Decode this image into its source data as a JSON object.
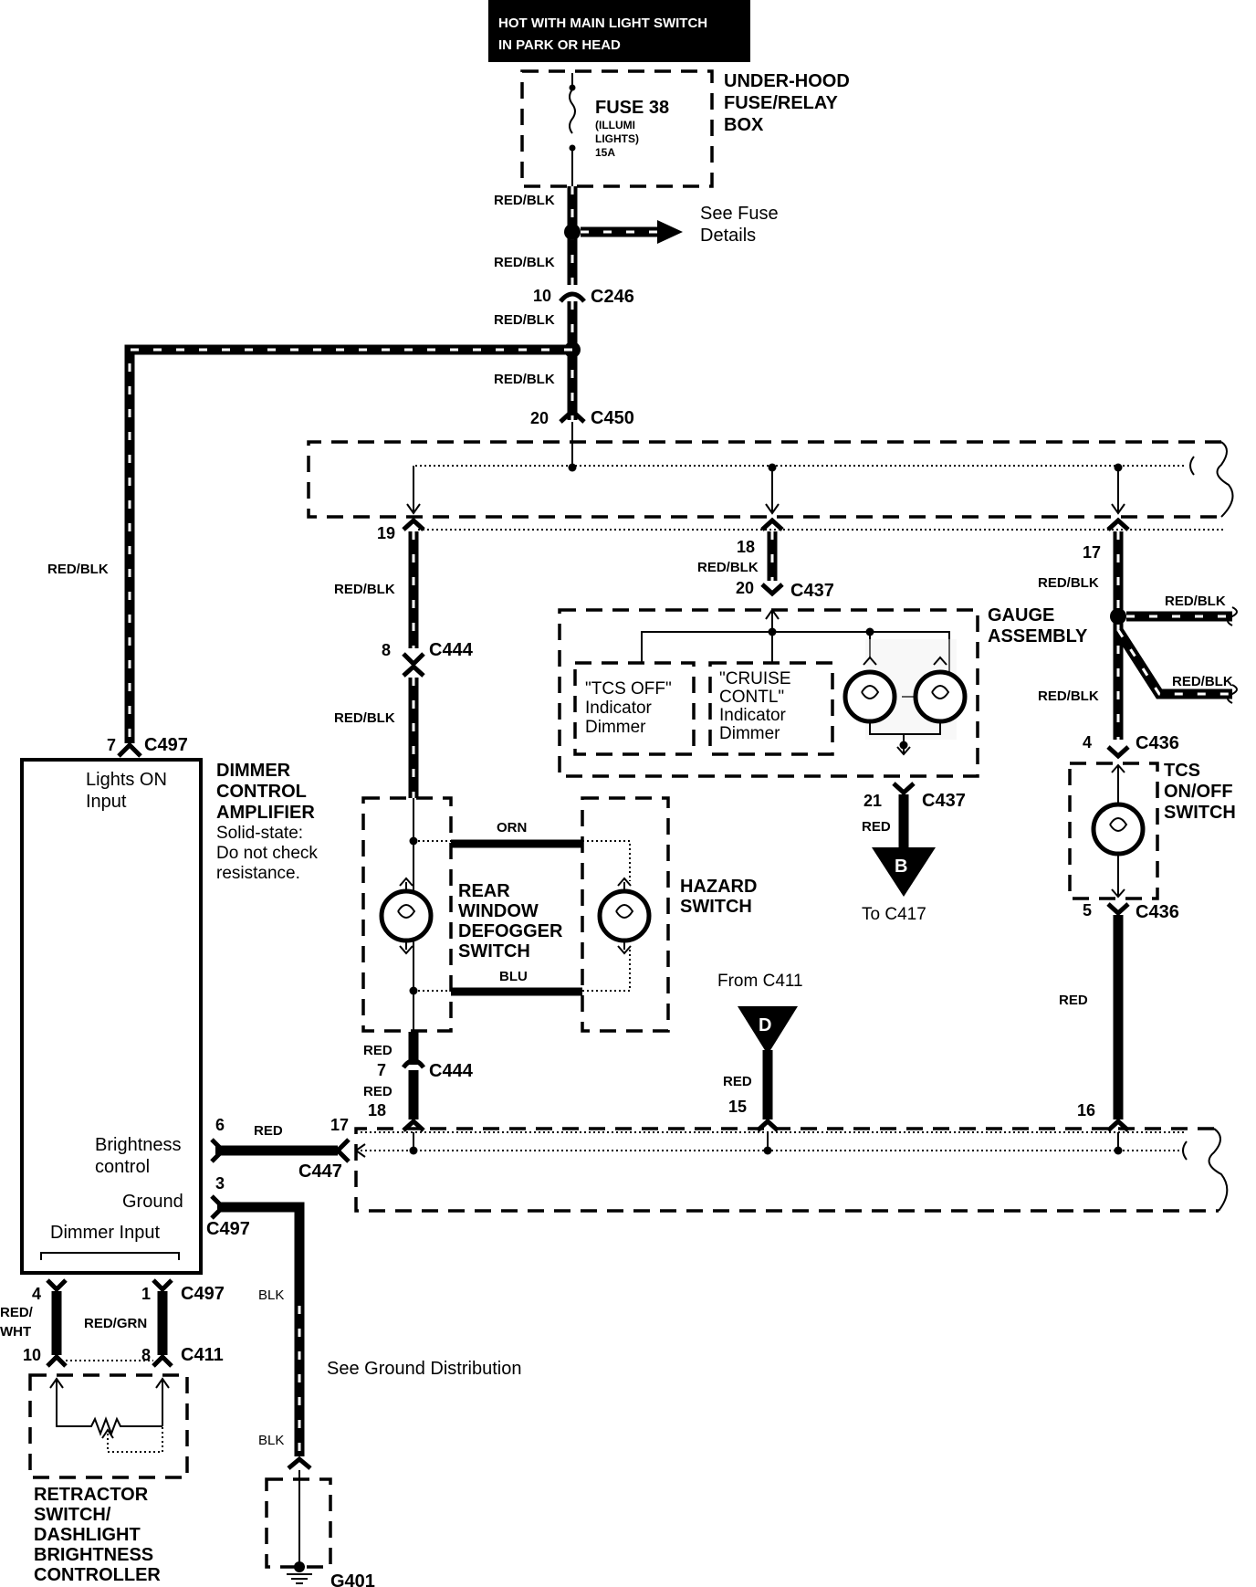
{
  "header": {
    "line1": "HOT WITH MAIN LIGHT SWITCH",
    "line2": "IN PARK OR HEAD"
  },
  "fuse_box": {
    "title_lines": [
      "UNDER-HOOD",
      "FUSE/RELAY",
      "BOX"
    ],
    "fuse_name": "FUSE 38",
    "fuse_detail_lines": [
      "(ILLUMI",
      "LIGHTS)",
      "15A"
    ]
  },
  "see_fuse_details": [
    "See  Fuse",
    "Details"
  ],
  "wire_colors": {
    "red_blk": "RED/BLK",
    "red": "RED",
    "orn": "ORN",
    "blu": "BLU",
    "blk": "BLK",
    "red_grn": "RED/GRN",
    "red_wht_lines": [
      "RED/",
      "WHT"
    ]
  },
  "connectors": {
    "c246": "C246",
    "c450": "C450",
    "c444": "C444",
    "c437": "C437",
    "c436": "C436",
    "c497": "C497",
    "c447": "C447",
    "c411": "C411",
    "g401": "G401"
  },
  "pins": {
    "c246_10": "10",
    "c450_20": "20",
    "p19": "19",
    "p18_top": "18",
    "p20": "20",
    "p17_top": "17",
    "c444_8": "8",
    "c444_7": "7",
    "p18_bot": "18",
    "p15": "15",
    "p16": "16",
    "p17_left": "17",
    "c437_21": "21",
    "c436_4": "4",
    "c436_5": "5",
    "c497_7": "7",
    "c497_6": "6",
    "c497_3": "3",
    "c497_4": "4",
    "c497_1": "1",
    "c411_10": "10",
    "c411_8": "8"
  },
  "gauge_assembly": {
    "title_lines": [
      "GAUGE",
      "ASSEMBLY"
    ],
    "tcs_off_lines": [
      "\"TCS OFF\"",
      "Indicator",
      "Dimmer"
    ],
    "cruise_lines": [
      "\"CRUISE",
      "CONTL\"",
      "Indicator",
      "Dimmer"
    ]
  },
  "tcs_switch": [
    "TCS",
    "ON/OFF",
    "SWITCH"
  ],
  "rear_defogger": [
    "REAR",
    "WINDOW",
    "DEFOGGER",
    "SWITCH"
  ],
  "hazard_switch": [
    "HAZARD",
    "SWITCH"
  ],
  "connector_b": {
    "letter": "B",
    "note": "To C417"
  },
  "connector_d": {
    "letter": "D",
    "note": "From C411"
  },
  "dimmer_amp": {
    "title_lines": [
      "DIMMER",
      "CONTROL",
      "AMPLIFIER"
    ],
    "note_lines": [
      "Solid-state:",
      "Do not check",
      "resistance."
    ],
    "lights_on_lines": [
      "Lights ON",
      "Input"
    ],
    "brightness_lines": [
      "Brightness",
      "control"
    ],
    "ground": "Ground",
    "dimmer_input": "Dimmer Input"
  },
  "retractor": [
    "RETRACTOR",
    "SWITCH/",
    "DASHLIGHT",
    "BRIGHTNESS",
    "CONTROLLER"
  ],
  "ground_distribution": "See Ground Distribution"
}
